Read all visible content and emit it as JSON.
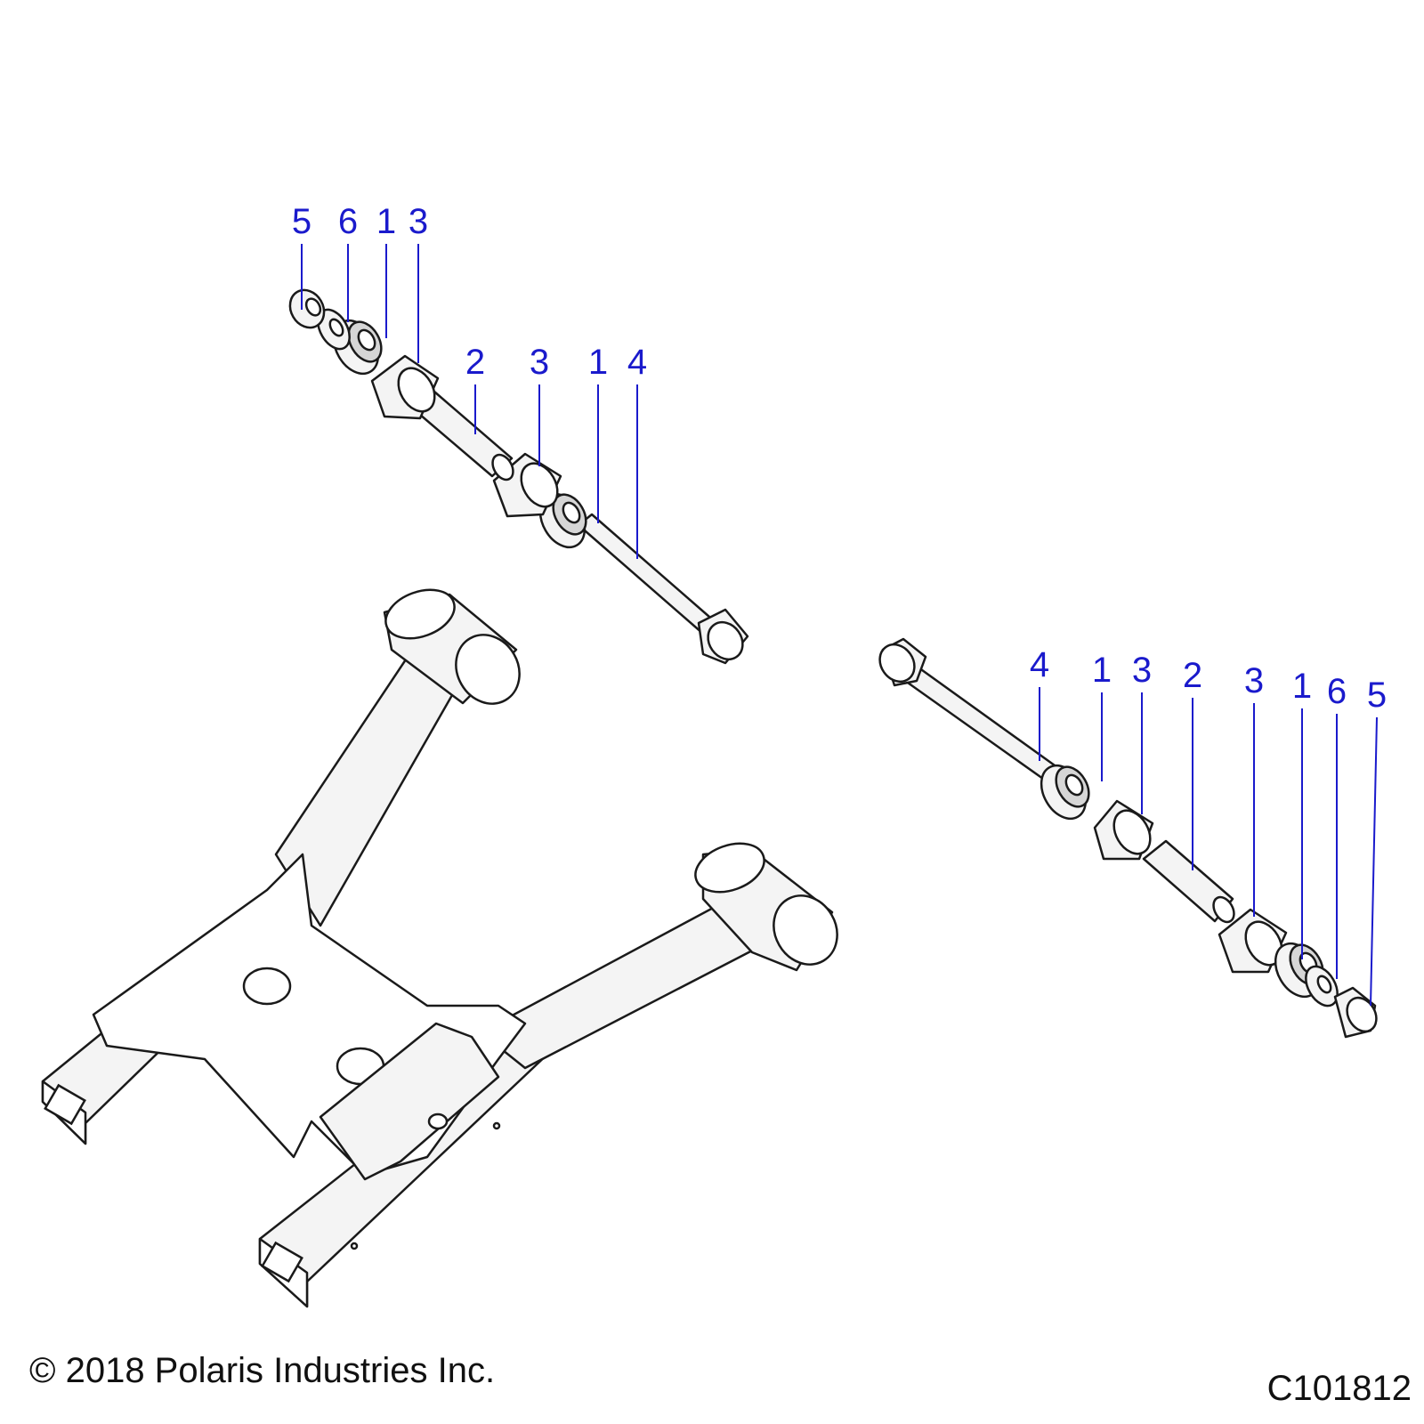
{
  "callouts": [
    {
      "num": "5"
    },
    {
      "num": "6"
    },
    {
      "num": "1"
    },
    {
      "num": "3"
    },
    {
      "num": "2"
    },
    {
      "num": "3"
    },
    {
      "num": "1"
    },
    {
      "num": "4"
    },
    {
      "num": "4"
    },
    {
      "num": "1"
    },
    {
      "num": "3"
    },
    {
      "num": "2"
    },
    {
      "num": "3"
    },
    {
      "num": "1"
    },
    {
      "num": "6"
    },
    {
      "num": "5"
    }
  ],
  "footer": {
    "copyright": "© 2018 Polaris Industries Inc.",
    "figure_id": "C101812"
  },
  "colors": {
    "callout": "#1a1acc",
    "line": "#1a1a1a",
    "fill": "#f4f4f4"
  }
}
